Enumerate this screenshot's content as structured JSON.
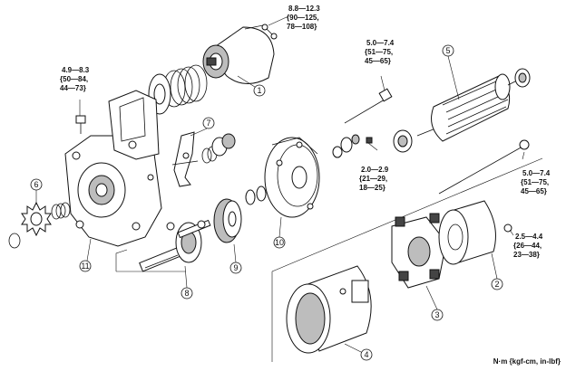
{
  "torques": {
    "t1": [
      "8.8—12.3",
      "{90—125,",
      "78—108}"
    ],
    "t2": [
      "5.0—7.4",
      "{51—75,",
      "45—65}"
    ],
    "t3": [
      "4.9—8.3",
      "{50—84,",
      "44—73}"
    ],
    "t4": [
      "2.0—2.9",
      "{21—29,",
      "18—25}"
    ],
    "t5": [
      "5.0—7.4",
      "{51—75,",
      "45—65}"
    ],
    "t6": [
      "2.5—4.4",
      "{26—44,",
      "23—38}"
    ]
  },
  "callouts": {
    "c1": "1",
    "c2": "2",
    "c3": "3",
    "c4": "4",
    "c5": "5",
    "c6": "6",
    "c7": "7",
    "c8": "8",
    "c9": "9",
    "c10": "10",
    "c11": "11"
  },
  "units": "N·m {kgf-cm, in-lbf}"
}
